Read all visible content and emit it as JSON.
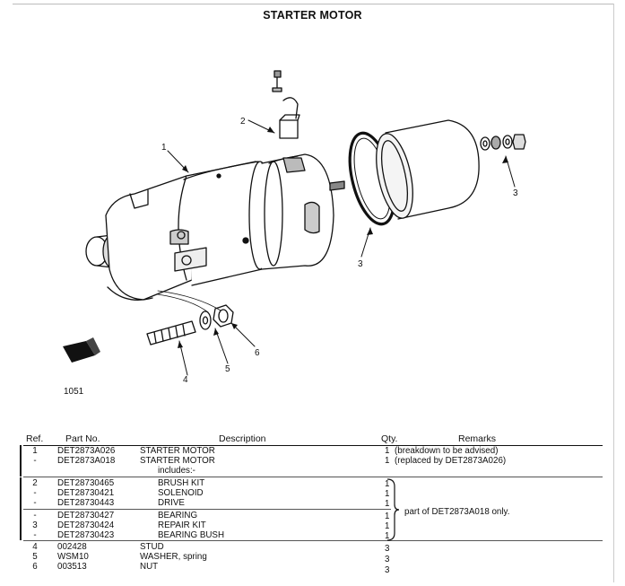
{
  "title": "STARTER MOTOR",
  "figure_number": "1051",
  "callouts": [
    "1",
    "2",
    "3",
    "3",
    "4",
    "5",
    "6"
  ],
  "table": {
    "headers": {
      "ref": "Ref.",
      "part_no": "Part No.",
      "description": "Description",
      "qty": "Qty.",
      "remarks": "Remarks"
    },
    "rows": [
      {
        "ref": "1",
        "part_no": "DET2873A026",
        "description": "STARTER MOTOR",
        "qty": "1",
        "remarks": "(breakdown to be advised)"
      },
      {
        "ref": "-",
        "part_no": "DET2873A018",
        "description": "STARTER MOTOR",
        "qty": "1",
        "remarks": "(replaced by DET2873A026)"
      },
      {
        "ref": "",
        "part_no": "",
        "description": "includes:-",
        "qty": "",
        "remarks": ""
      },
      {
        "ref": "2",
        "part_no": "DET28730465",
        "description": "BRUSH KIT",
        "qty": "1",
        "remarks": ""
      },
      {
        "ref": "-",
        "part_no": "DET28730421",
        "description": "SOLENOID",
        "qty": "1",
        "remarks": ""
      },
      {
        "ref": "-",
        "part_no": "DET28730443",
        "description": "DRIVE",
        "qty": "1",
        "remarks": ""
      },
      {
        "ref": "-",
        "part_no": "DET28730427",
        "description": "BEARING",
        "qty": "1",
        "remarks": ""
      },
      {
        "ref": "3",
        "part_no": "DET28730424",
        "description": "REPAIR KIT",
        "qty": "1",
        "remarks": ""
      },
      {
        "ref": "-",
        "part_no": "DET28730423",
        "description": "BEARING BUSH",
        "qty": "1",
        "remarks": ""
      },
      {
        "ref": "4",
        "part_no": "002428",
        "description": "STUD",
        "qty": "3",
        "remarks": ""
      },
      {
        "ref": "5",
        "part_no": "WSM10",
        "description": "WASHER, spring",
        "qty": "3",
        "remarks": ""
      },
      {
        "ref": "6",
        "part_no": "003513",
        "description": "NUT",
        "qty": "3",
        "remarks": ""
      }
    ],
    "group_remark": "part of DET2873A018 only."
  }
}
